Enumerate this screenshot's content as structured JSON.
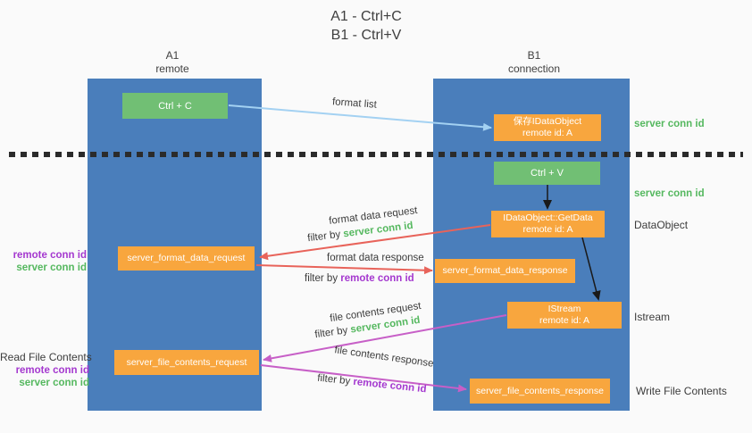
{
  "title": {
    "line1": "A1 - Ctrl+C",
    "line2": "B1 - Ctrl+V"
  },
  "lifelines": {
    "left": {
      "id": "A1",
      "role": "remote"
    },
    "right": {
      "id": "B1",
      "role": "connection"
    }
  },
  "nodes": {
    "ctrl_c": "Ctrl + C",
    "ctrl_v": "Ctrl + V",
    "save_idataobject": {
      "line1": "保存IDataObject",
      "line2": "remote id: A"
    },
    "idataobject_getdata": {
      "line1": "IDataObject::GetData",
      "line2": "remote id: A"
    },
    "istream": {
      "line1": "IStream",
      "line2": "remote id: A"
    },
    "server_format_data_request": "server_format_data_request",
    "server_format_data_response": "server_format_data_response",
    "server_file_contents_request": "server_file_contents_request",
    "server_file_contents_response": "server_file_contents_response"
  },
  "arrow_labels": {
    "format_list": "format list",
    "format_data_request": "format data request",
    "format_data_request_filter": {
      "prefix": "filter by",
      "key": "server conn id"
    },
    "format_data_response": "format data response",
    "format_data_response_filter": {
      "prefix": "filter by",
      "key": "remote conn id"
    },
    "file_contents_request": "file contents request",
    "file_contents_request_filter": {
      "prefix": "filter by",
      "key": "server conn id"
    },
    "file_contents_response": "file contents response",
    "file_contents_response_filter": {
      "prefix": "filter by",
      "key": "remote conn id"
    }
  },
  "side_labels": {
    "right": [
      {
        "text": "server conn id"
      },
      {
        "text": "server conn id"
      },
      {
        "text": "DataObject"
      },
      {
        "text": "Istream"
      },
      {
        "text": "Write File Contents"
      }
    ],
    "left_group1": [
      {
        "text": "remote conn id"
      },
      {
        "text": "server conn id"
      }
    ],
    "left_group2": [
      {
        "text": "Read File Contents"
      },
      {
        "text": "remote conn id"
      },
      {
        "text": "server conn id"
      }
    ]
  },
  "colors": {
    "column_blue": "#4a7ebb",
    "box_green": "#71bf74",
    "box_orange": "#f8a63e",
    "text_green": "#55b85f",
    "text_purple": "#a438cf",
    "arrow_red": "#e8635a",
    "arrow_light_blue": "#a3d1f2",
    "arrow_magenta": "#c75fc7",
    "arrow_black": "#1a1a1a"
  }
}
